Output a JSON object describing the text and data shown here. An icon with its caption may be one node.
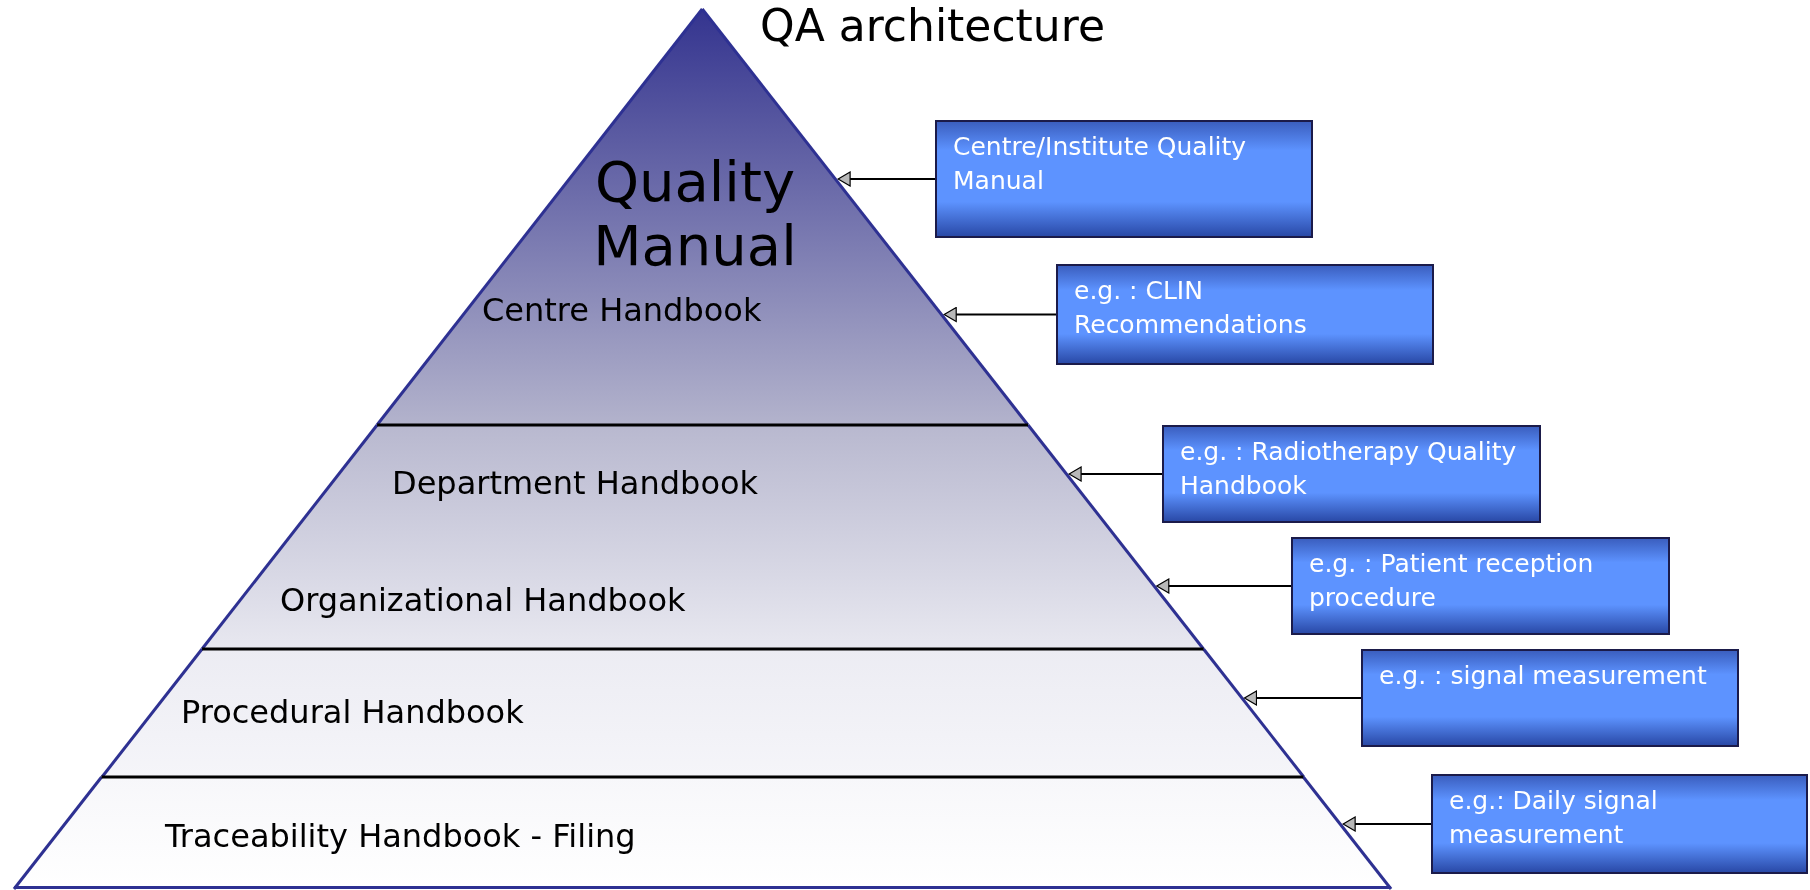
{
  "diagram": {
    "title": "QA architecture",
    "nodes": [
      {
        "text": [
          "Quality Manual",
          "Centre Handbook"
        ]
      },
      {
        "text": [
          "Department Handbook",
          "Organizational Handbook"
        ]
      },
      {
        "text": [
          "Procedural Handbook"
        ]
      },
      {
        "text": [
          "Traceability Handbook - Filing"
        ]
      },
      {
        "text": [
          "Centre/Institute Quality Manual"
        ]
      },
      {
        "text": [
          "e.g. : CLIN Recommendations"
        ]
      },
      {
        "text": [
          "e.g. : Radiotherapy Quality Handbook"
        ]
      },
      {
        "text": [
          "e.g. : Patient reception procedure"
        ]
      },
      {
        "text": [
          "e.g. : signal measurement"
        ]
      },
      {
        "text": [
          "e.g.: Daily signal measurement"
        ]
      }
    ],
    "edges": [
      {
        "from": 4,
        "to": 0,
        "arrow": "to"
      },
      {
        "from": 5,
        "to": 0,
        "arrow": "to"
      },
      {
        "from": 6,
        "to": 1,
        "arrow": "to"
      },
      {
        "from": 7,
        "to": 1,
        "arrow": "to"
      },
      {
        "from": 8,
        "to": 2,
        "arrow": "to"
      },
      {
        "from": 9,
        "to": 3,
        "arrow": "to"
      }
    ]
  }
}
